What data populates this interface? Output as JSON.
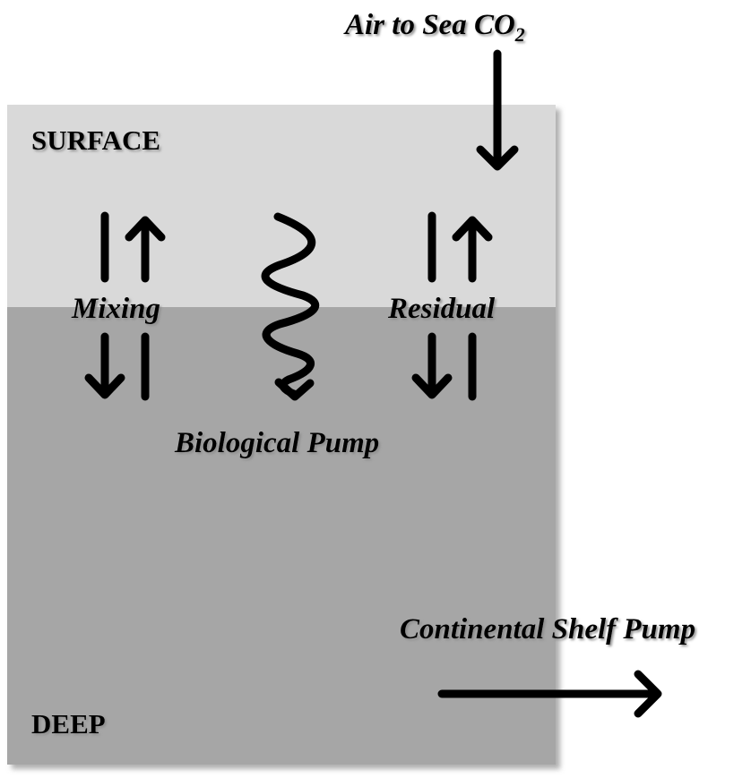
{
  "layers": {
    "surface": {
      "label": "SURFACE",
      "color": "#d9d9d9"
    },
    "deep": {
      "label": "DEEP",
      "color": "#a6a6a6"
    }
  },
  "processes": {
    "air_to_sea": {
      "label": "Air to Sea CO",
      "subscript": "2"
    },
    "mixing": {
      "label": "Mixing"
    },
    "residual": {
      "label": "Residual"
    },
    "biological_pump": {
      "label": "Biological Pump"
    },
    "continental_shelf_pump": {
      "label": "Continental Shelf Pump"
    }
  },
  "colors": {
    "arrow": "#000000",
    "text": "#000000",
    "shadow": "#9a9a9a"
  }
}
